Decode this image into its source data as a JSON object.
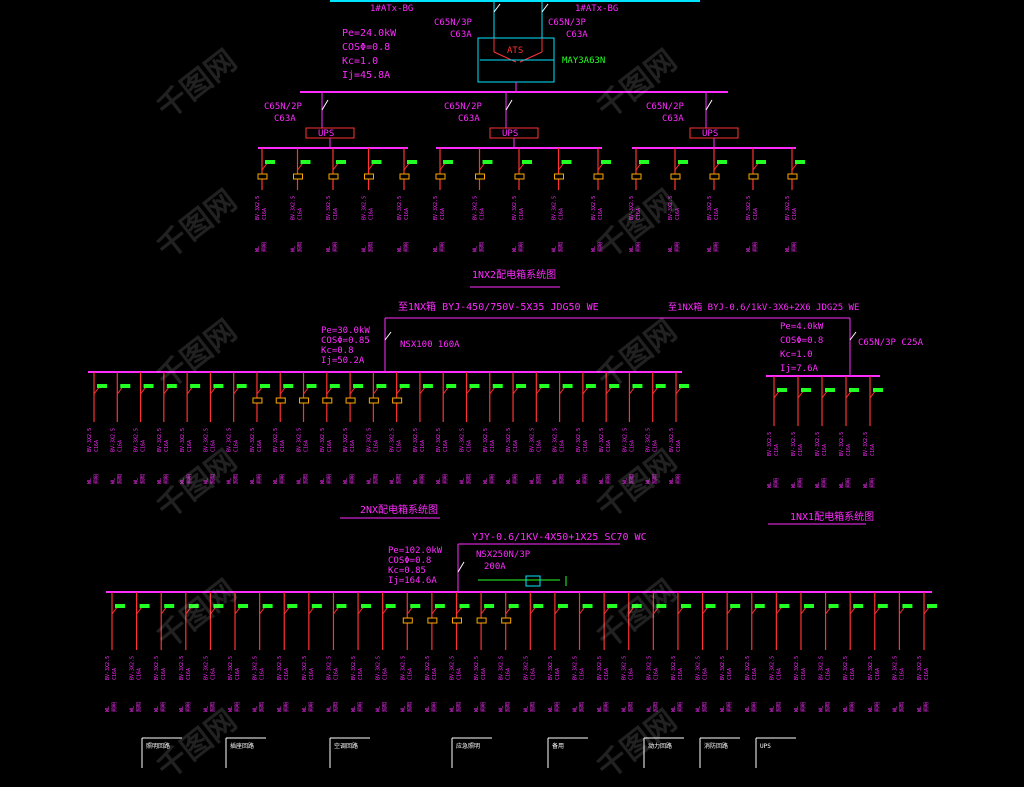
{
  "watermark": "千图网",
  "colors": {
    "busbar": "#ff2bff",
    "circuit": "#ff3333",
    "label": "#ff2bff",
    "breaker": "#22ff22",
    "box": "#00e5ff"
  },
  "top": {
    "incomer_label": "1#ATx-BG",
    "incomer_label_right": "1#ATx-BG",
    "params": [
      "Pe=24.0kW",
      "COSΦ=0.8",
      "Kc=1.0",
      "Ij=45.8A"
    ],
    "left_breaker": [
      "C65N/3P",
      "C63A"
    ],
    "right_breaker": [
      "C65N/3P",
      "C63A"
    ],
    "ats": "ATS",
    "ats_model": "MAY3A63N",
    "feeders": [
      {
        "breaker": [
          "C65N/2P",
          "C63A"
        ],
        "ups": "UPS"
      },
      {
        "breaker": [
          "C65N/2P",
          "C63A"
        ],
        "ups": "UPS"
      },
      {
        "breaker": [
          "C65N/2P",
          "C63A"
        ],
        "ups": "UPS"
      }
    ],
    "panel_title": "1NX2配电箱系统图"
  },
  "middle": {
    "cable_left": "至1NX箱 BYJ-450/750V-5X35 JDG50 WE",
    "cable_right": "至1NX箱 BYJ-0.6/1kV-3X6+2X6 JDG25 WE",
    "params_left": [
      "Pe=30.0kW",
      "COSΦ=0.85",
      "Kc=0.8",
      "Ij=50.2A"
    ],
    "breaker_left": "NSX100 160A",
    "params_right": [
      "Pe=4.0kW",
      "COSΦ=0.8",
      "Kc=1.0",
      "Ij=7.6A"
    ],
    "breaker_right": "C65N/3P C25A",
    "panel_title_left": "2NX配电箱系统图",
    "panel_title_right": "1NX1配电箱系统图"
  },
  "bottom": {
    "cable": "YJY-0.6/1KV-4X50+1X25 SC70 WC",
    "params": [
      "Pe=102.0kW",
      "COSΦ=0.8",
      "Kc=0.85",
      "Ij=164.6A"
    ],
    "breaker": [
      "NSX250N/3P",
      "200A"
    ]
  },
  "circuit_labels": {
    "code": "WL",
    "breaker": "C16A",
    "cable": "BV-3X2.5",
    "load": "照明"
  },
  "legend_rows": [
    "照明回路",
    "插座回路",
    "空调回路",
    "应急照明",
    "备用",
    "动力回路",
    "消防回路",
    "UPS"
  ]
}
